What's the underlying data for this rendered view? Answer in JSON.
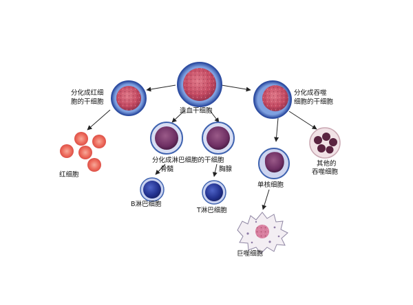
{
  "labels": {
    "hsc": "造血干细胞",
    "erythroid_stem_l1": "分化成红细",
    "erythroid_stem_l2": "胞的干细胞",
    "phago_stem_l1": "分化成吞噬",
    "phago_stem_l2": "细胞的干细胞",
    "red_cells": "红细胞",
    "lymph_stem": "分化成淋巴细胞的干细胞",
    "bone_marrow": "骨髓",
    "thymus": "胸腺",
    "b_lymph": "B淋巴细胞",
    "t_lymph": "T淋巴细胞",
    "monocyte": "单核细胞",
    "other_phago_l1": "其他的",
    "other_phago_l2": "吞噬细胞",
    "macrophage": "巨噬细胞"
  },
  "colors": {
    "ring_blue": "#3f63b0",
    "nucleus_red": "#c9506a",
    "lymph_core": "#2b3b9a",
    "rbc": "#e8574d"
  }
}
